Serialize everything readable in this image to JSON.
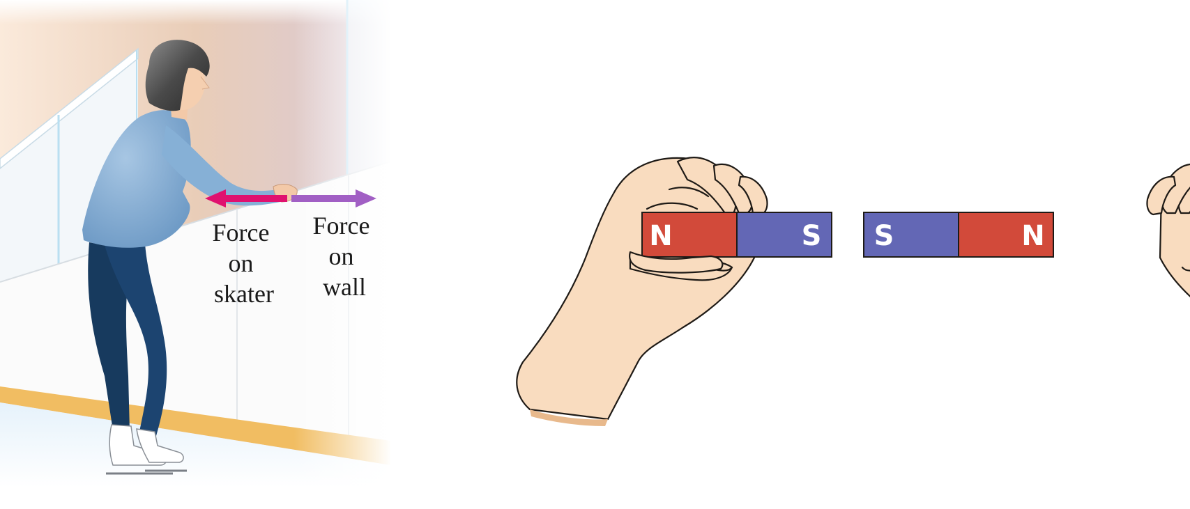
{
  "skater_panel": {
    "force_on_skater_label": [
      "Force",
      "on",
      "skater"
    ],
    "force_on_wall_label": [
      "Force",
      "on",
      "wall"
    ],
    "colors": {
      "force_on_skater_arrow": "#e0116f",
      "force_on_wall_arrow": "#a15fc4",
      "sweater": "#7aa6cf",
      "leggings": "#173a5e",
      "rink_board": "#f1bd62"
    }
  },
  "magnets_panel": {
    "left_magnet": {
      "left_pole": "N",
      "right_pole": "S"
    },
    "right_magnet": {
      "left_pole": "S",
      "right_pole": "N"
    },
    "colors": {
      "north_pole": "#d24a3a",
      "south_pole": "#6367b5",
      "skin": "#f9dcbf"
    }
  }
}
